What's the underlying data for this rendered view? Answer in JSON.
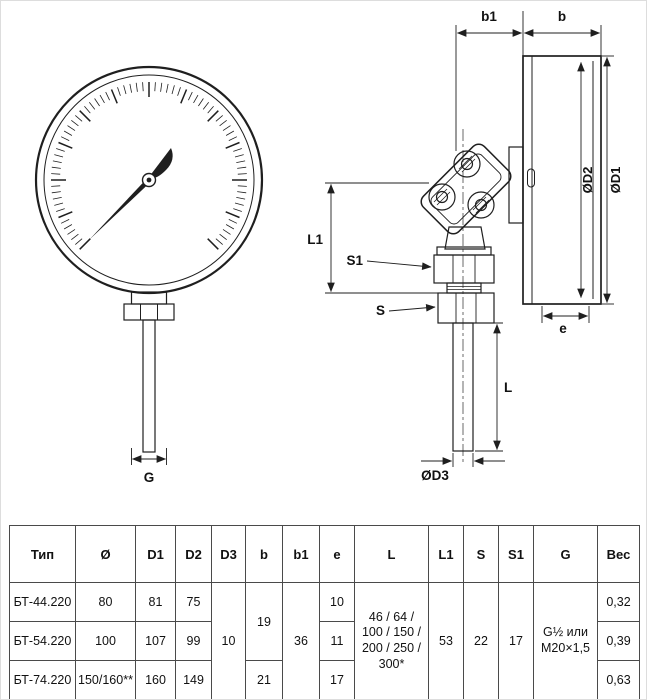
{
  "drawing": {
    "front": {
      "g_label": "G"
    },
    "side": {
      "b1_label": "b1",
      "b_label": "b",
      "d1_label": "ØD1",
      "d2_label": "ØD2",
      "d3_label": "ØD3",
      "l1_label": "L1",
      "l_label": "L",
      "s1_label": "S1",
      "s_label": "S",
      "e_label": "e"
    }
  },
  "table": {
    "headers": {
      "tip": "Тип",
      "diameter": "Ø",
      "d1": "D1",
      "d2": "D2",
      "d3": "D3",
      "b": "b",
      "b1": "b1",
      "e": "e",
      "l": "L",
      "l1": "L1",
      "s": "S",
      "s1": "S1",
      "g": "G",
      "ves": "Вес"
    },
    "rows": [
      {
        "tip": "БТ-44.220",
        "diameter": "80",
        "d1": "81",
        "d2": "75",
        "e": "10",
        "ves": "0,32"
      },
      {
        "tip": "БТ-54.220",
        "diameter": "100",
        "d1": "107",
        "d2": "99",
        "e": "11",
        "ves": "0,39"
      },
      {
        "tip": "БТ-74.220",
        "diameter": "150/160**",
        "d1": "160",
        "d2": "149",
        "e": "17",
        "ves": "0,63"
      }
    ],
    "merged": {
      "d3": "10",
      "b_rows12": "19",
      "b_row3": "21",
      "b1": "36",
      "l": "46 / 64 / 100 / 150 / 200 / 250 / 300*",
      "l1": "53",
      "s": "22",
      "s1": "17",
      "g": "G½ или M20×1,5"
    }
  }
}
